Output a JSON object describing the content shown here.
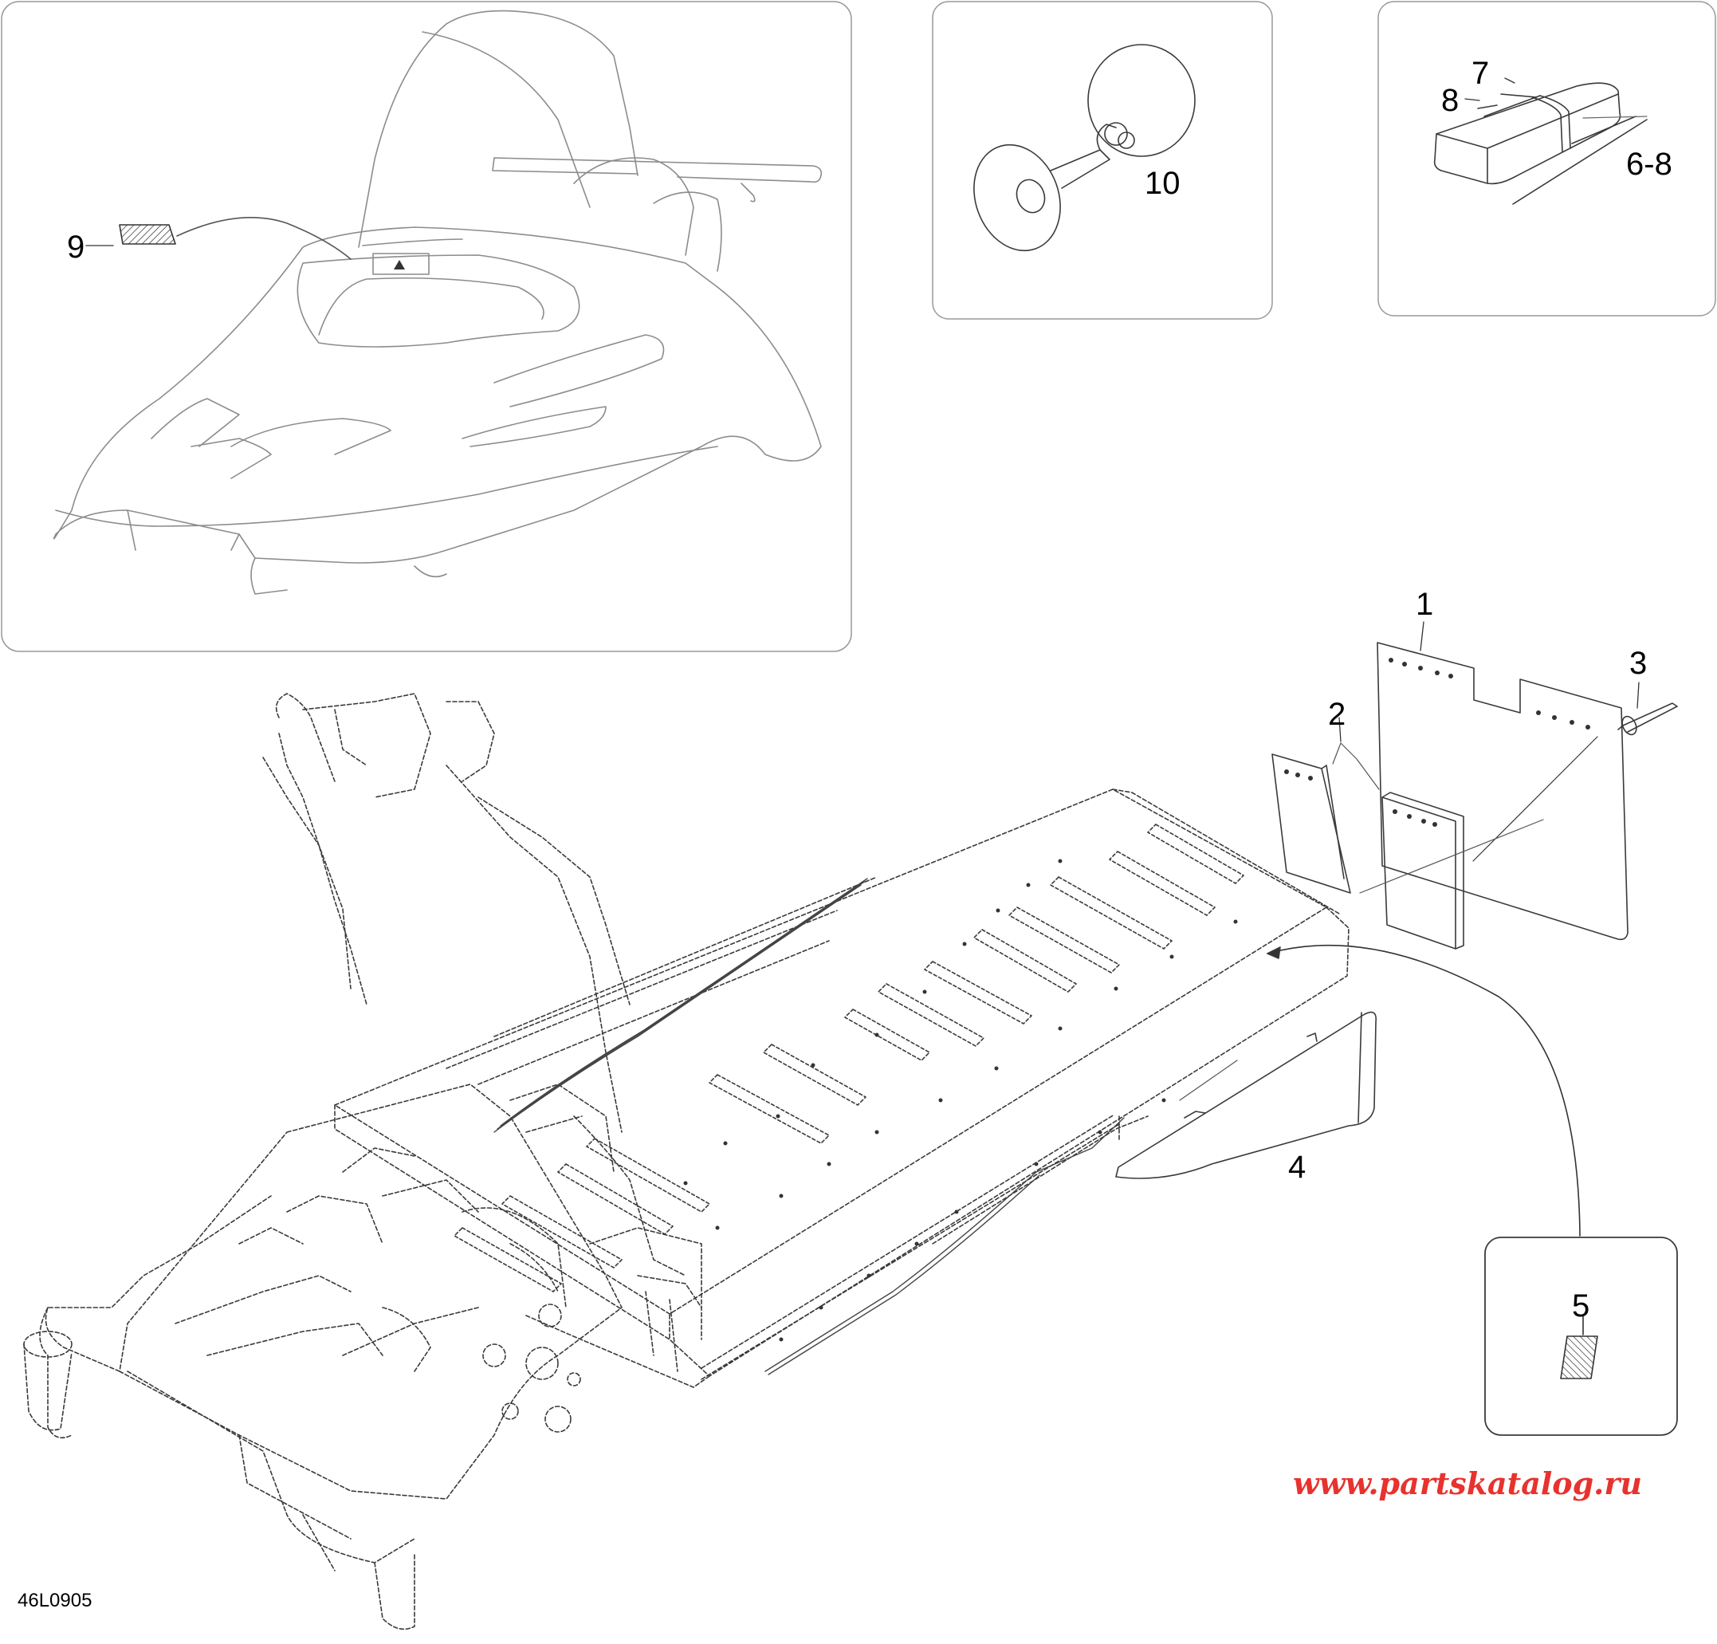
{
  "callouts": {
    "c1": "1",
    "c2": "2",
    "c3": "3",
    "c4": "4",
    "c5": "5",
    "c7": "7",
    "c8": "8",
    "c68": "6-8",
    "c9": "9",
    "c10": "10"
  },
  "figure_code": "46L0905",
  "watermark": {
    "text": "www.partskatalog.ru",
    "color": "#e8322e"
  },
  "colors": {
    "line": "#3a3a3a",
    "panel_border": "#999999"
  }
}
